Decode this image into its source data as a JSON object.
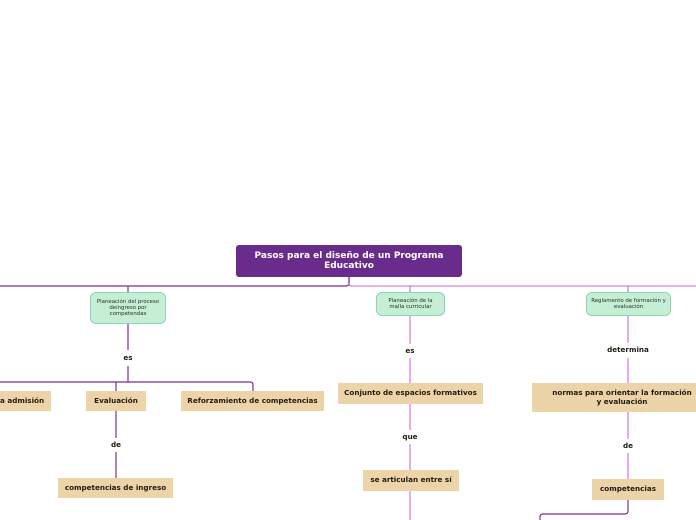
{
  "colors": {
    "root": "#6a2c8c",
    "green_node": "#c5efd4",
    "tan_node": "#ecd4a8",
    "link_dark": "#7a2f8f",
    "link_light": "#d266e6"
  },
  "map": {
    "root": "Pasos para el diseño de un Programa Educativo",
    "branch_1": {
      "title": "Planeación del proceso deingreso por competendas",
      "connector": "es",
      "children": [
        "a admisión",
        "Evaluación",
        "Reforzamiento de competencias"
      ],
      "child_connector": "de",
      "grandchild": "competencias de ingreso"
    },
    "branch_2": {
      "title": "Planeación de la malla curricular",
      "connector": "es",
      "child": "Conjunto de espacios formativos",
      "child_connector": "que",
      "grandchild": "se articulan entre sí"
    },
    "branch_3": {
      "title": "Reglamento de formación y evaluación",
      "connector": "determina",
      "child": "normas para orientar la formación y evaluación",
      "child_connector": "de",
      "grandchild": "competencias"
    }
  }
}
